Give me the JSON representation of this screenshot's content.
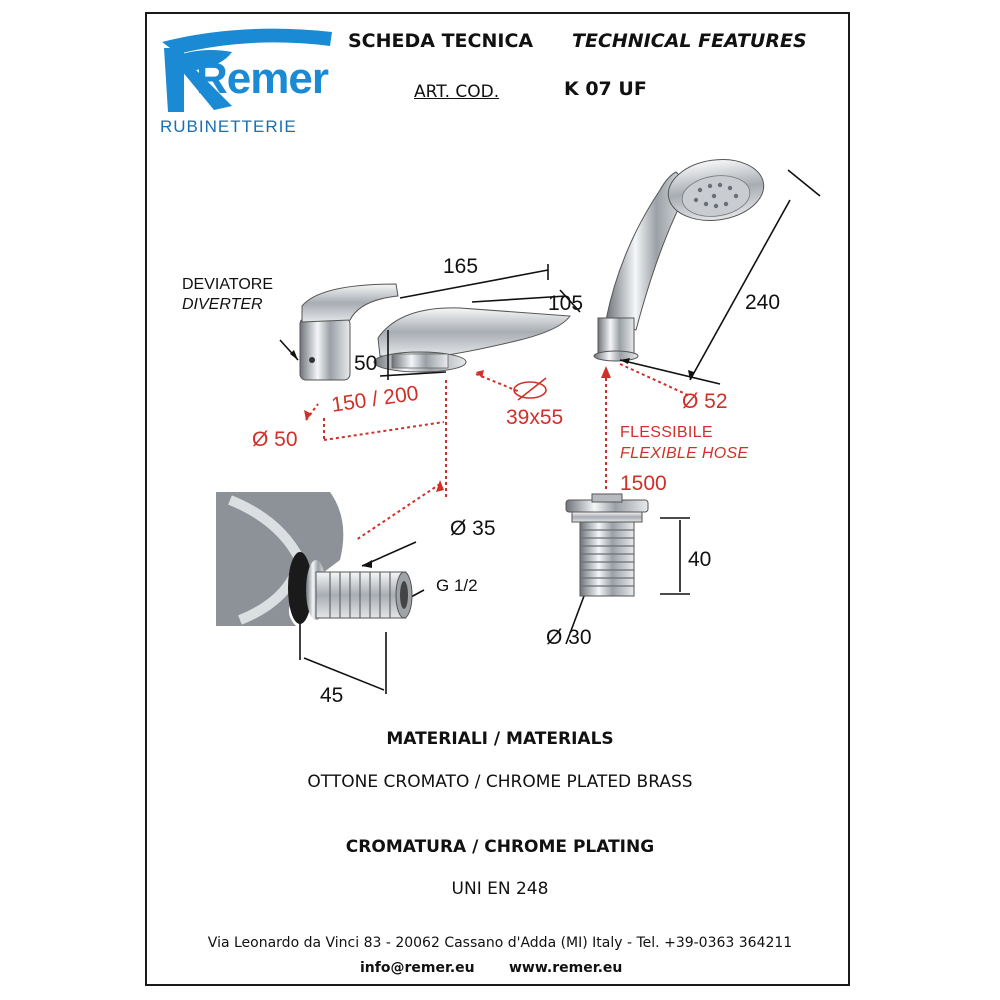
{
  "brand": {
    "name": "Remer",
    "subtitle": "RUBINETTERIE",
    "color": "#1a8ad4"
  },
  "header": {
    "scheda": "SCHEDA TECNICA",
    "technical": "TECHNICAL FEATURES",
    "art_label": "ART. COD.",
    "art_code": "K 07 UF"
  },
  "drawing": {
    "diverter_it": "DEVIATORE",
    "diverter_en": "DIVERTER",
    "dim_165": "165",
    "dim_105": "105",
    "dim_240": "240",
    "dim_50h": "50",
    "dim_150_200": "150 / 200",
    "dim_d50": "Ø 50",
    "dim_hole": "39x55",
    "dim_d52": "Ø 52",
    "hose_it": "FLESSIBILE",
    "hose_en": "FLEXIBLE HOSE",
    "hose_len": "1500",
    "dim_d35": "Ø 35",
    "dim_g12": "G 1/2",
    "dim_45": "45",
    "dim_40": "40",
    "dim_d30": "Ø 30",
    "accent_color": "#d0302a"
  },
  "materials": {
    "title": "MATERIALI / MATERIALS",
    "value": "OTTONE CROMATO / CHROME PLATED BRASS"
  },
  "plating": {
    "title": "CROMATURA / CHROME PLATING",
    "value": "UNI EN 248"
  },
  "footer": {
    "address": "Via Leonardo da Vinci 83 - 20062 Cassano d'Adda (MI) Italy - Tel. +39-0363 364211",
    "email": "info@remer.eu",
    "web": "www.remer.eu"
  }
}
